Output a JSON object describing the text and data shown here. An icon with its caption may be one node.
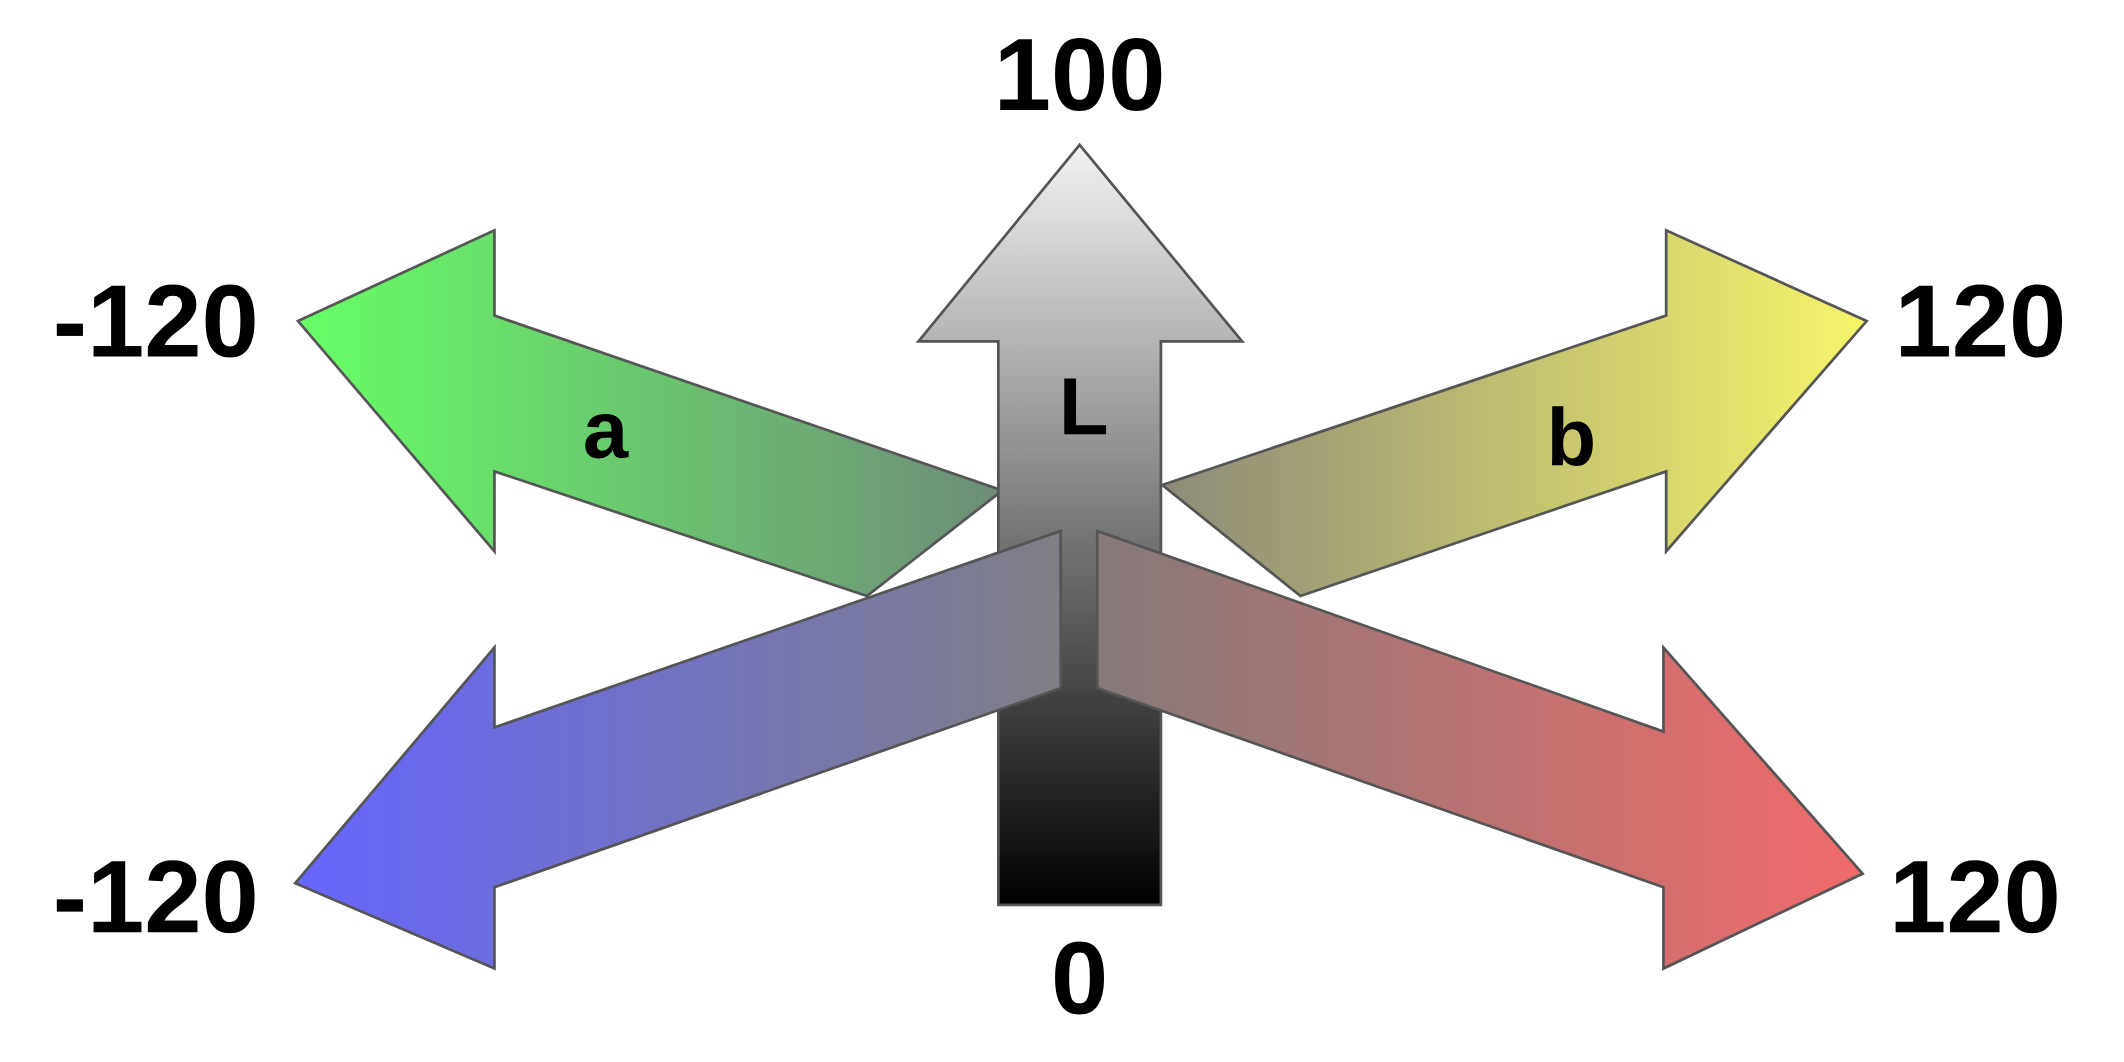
{
  "diagram": {
    "labels": [
      "100",
      "-120",
      "120",
      "L",
      "a",
      "b",
      "-120",
      "120",
      "0"
    ]
  }
}
